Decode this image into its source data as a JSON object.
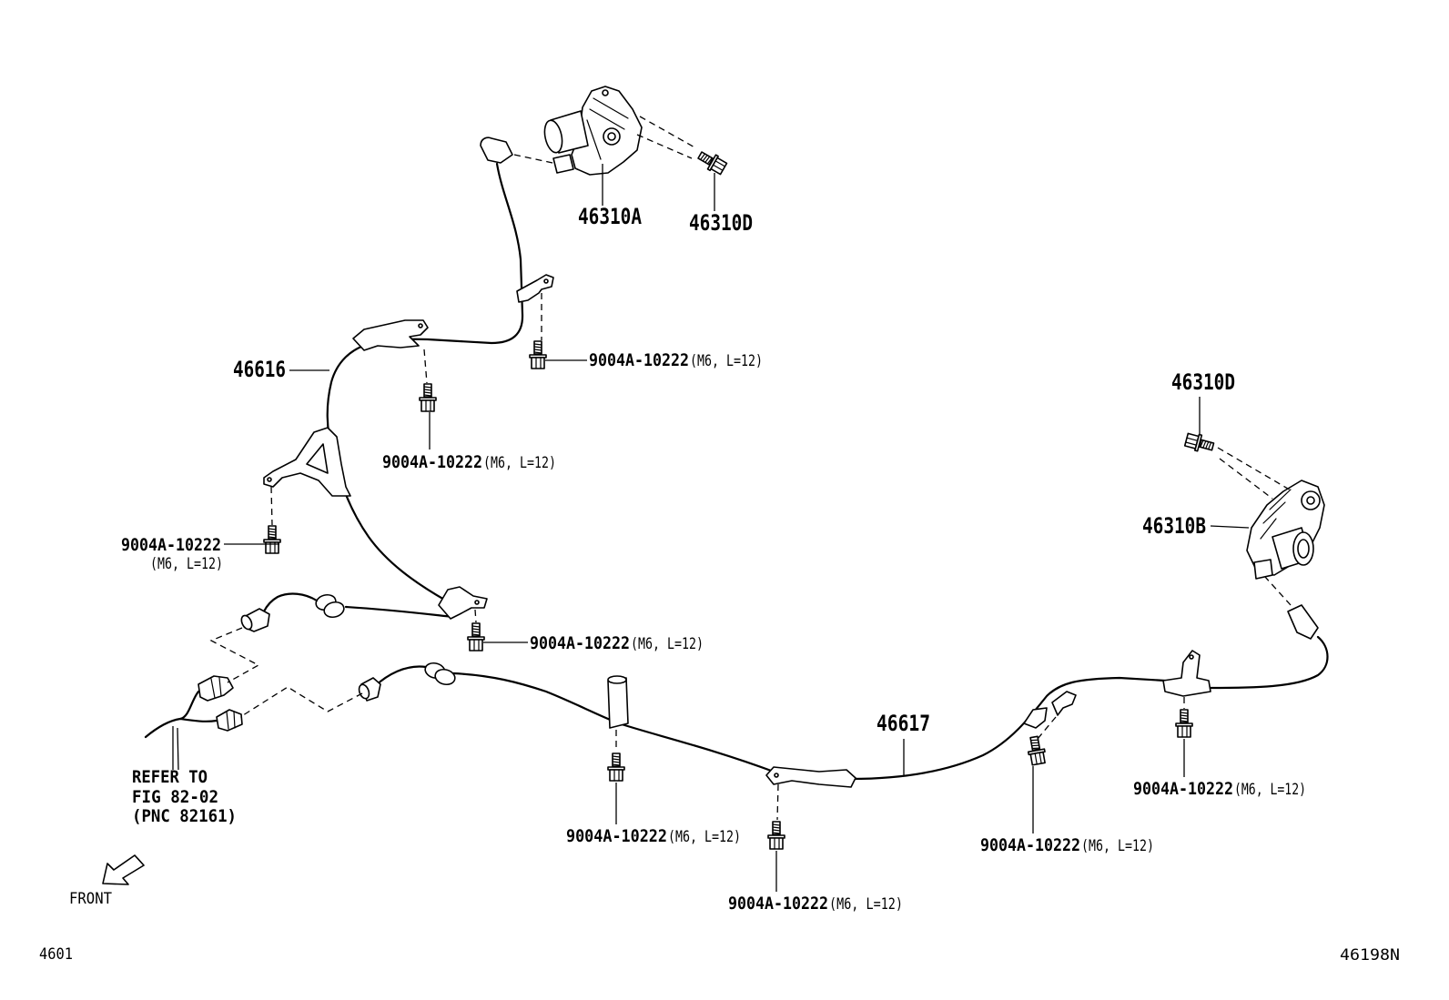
{
  "colors": {
    "ink": "#000000",
    "paper": "#ffffff"
  },
  "diagram": {
    "figure_number": "4601",
    "illustration_code": "46198N",
    "front_label": "FRONT",
    "refer_note": [
      "REFER TO",
      "FIG 82-02",
      "(PNC 82161)"
    ]
  },
  "callouts": {
    "actuator_upper": "46310A",
    "actuator_upper_bolt": "46310D",
    "harness_upper": "46616",
    "actuator_right_bolt": "46310D",
    "actuator_right": "46310B",
    "harness_lower": "46617"
  },
  "bolt_callouts": [
    {
      "part_no": "9004A-10222",
      "spec": "(M6, L=12)"
    },
    {
      "part_no": "9004A-10222",
      "spec": "(M6, L=12)"
    },
    {
      "part_no": "9004A-10222",
      "spec": "(M6, L=12)"
    },
    {
      "part_no": "9004A-10222",
      "spec": "(M6, L=12)"
    },
    {
      "part_no": "9004A-10222",
      "spec": "(M6, L=12)"
    },
    {
      "part_no": "9004A-10222",
      "spec": "(M6, L=12)"
    },
    {
      "part_no": "9004A-10222",
      "spec": "(M6, L=12)"
    },
    {
      "part_no": "9004A-10222",
      "spec": "(M6, L=12)"
    }
  ]
}
